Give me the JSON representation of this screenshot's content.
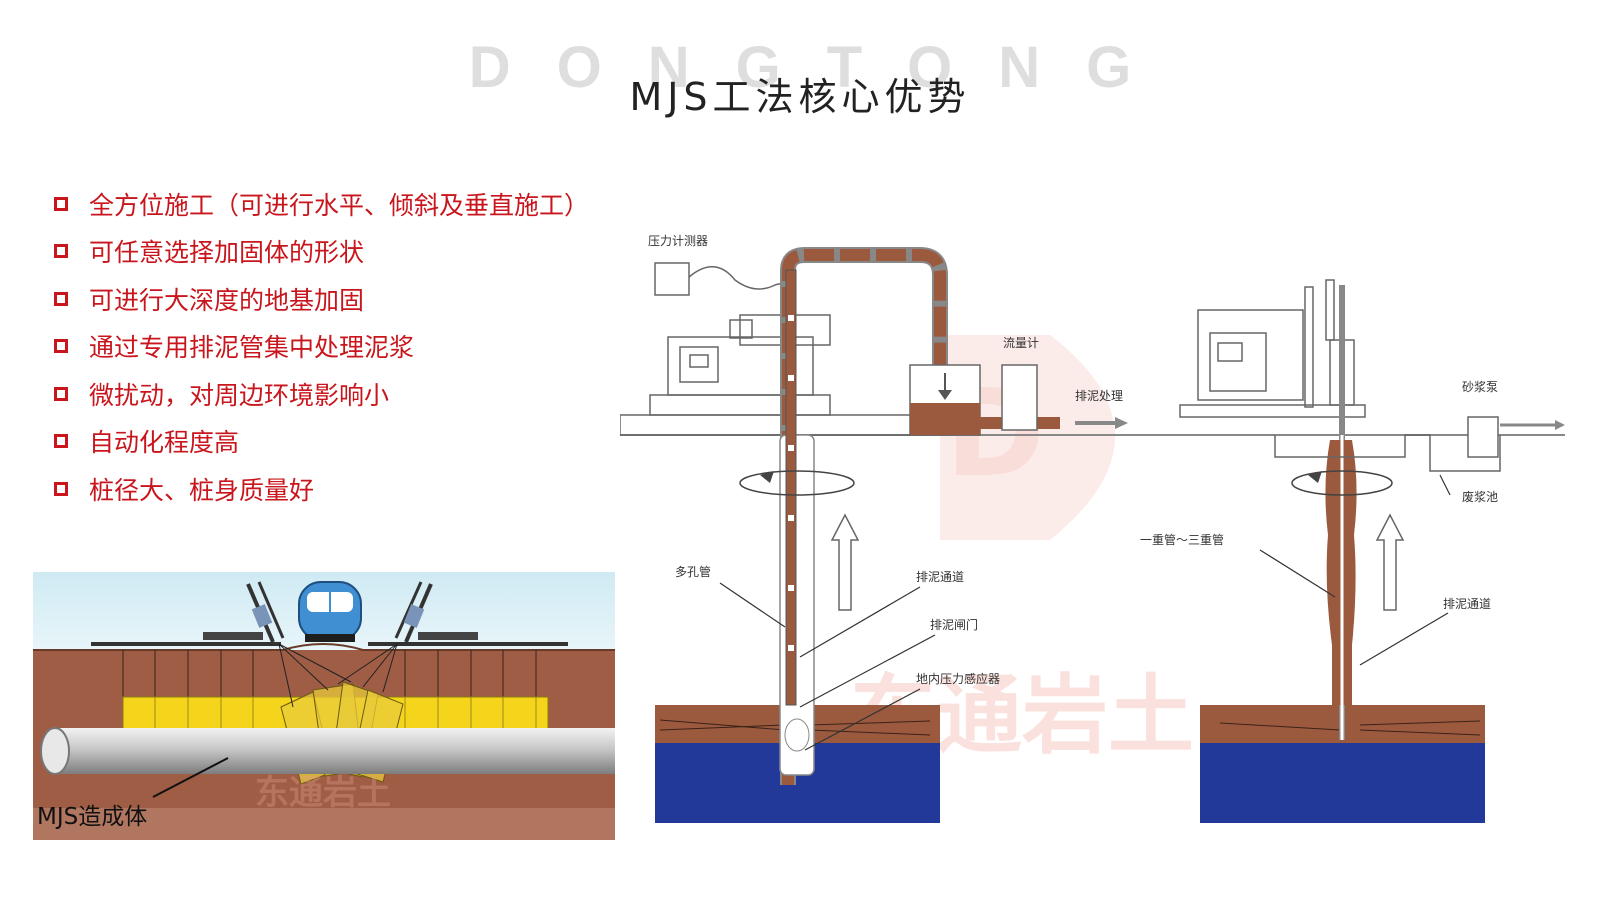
{
  "background_word": "DONGTONG",
  "title": "MJS工法核心优势",
  "bullets": [
    "全方位施工（可进行水平、倾斜及垂直施工）",
    "可任意选择加固体的形状",
    "可进行大深度的地基加固",
    "通过专用排泥管集中处理泥浆",
    "微扰动，对周边环境影响小",
    "自动化程度高",
    "桩径大、桩身质量好"
  ],
  "left_figure": {
    "label": "MJS造成体",
    "watermark": "东通岩土"
  },
  "right_figure": {
    "labels": {
      "pressure_gauge": "压力计测器",
      "flow_meter": "流量计",
      "mud_treatment": "排泥处理",
      "multi_hole_pipe": "多孔管",
      "mud_channel": "排泥通道",
      "mud_valve": "排泥闸门",
      "ground_pressure_sensor": "地内压力感应器",
      "mortar_pump": "砂浆泵",
      "waste_pit": "废浆池",
      "pipes": "一重管～三重管",
      "mud_channel_right": "排泥通道"
    },
    "watermark": "东通岩土",
    "logo_letter": "D"
  },
  "colors": {
    "accent": "#c9161d",
    "soil": "#9b5a3e",
    "water": "#22399a",
    "yellow": "#f5d51c"
  }
}
